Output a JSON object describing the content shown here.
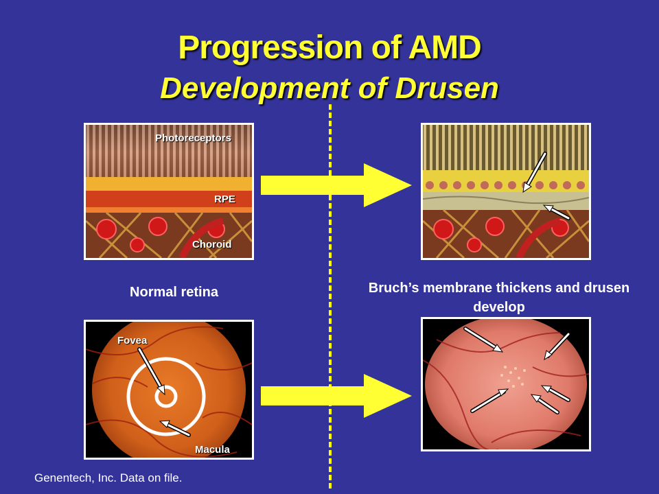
{
  "title": "Progression of AMD",
  "subtitle": "Development of Drusen",
  "labels": {
    "photoreceptors": "Photoreceptors",
    "rpe": "RPE",
    "choroid": "Choroid",
    "fovea": "Fovea",
    "macula": "Macula"
  },
  "captions": {
    "normal": "Normal retina",
    "bruch": "Bruch’s membrane thickens and drusen develop"
  },
  "footer": "Genentech, Inc. Data on file.",
  "colors": {
    "background": "#33339a",
    "title": "#ffff33",
    "arrow": "#ffff33",
    "divider": "#ffff00"
  }
}
